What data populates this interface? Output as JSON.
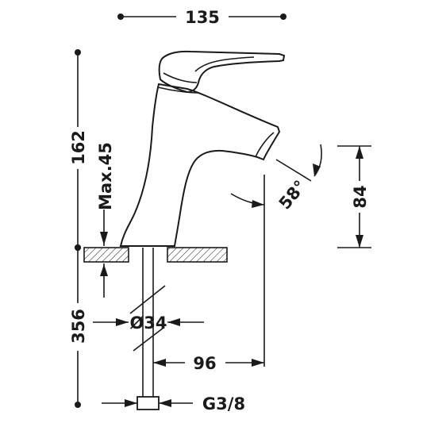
{
  "drawing": {
    "subject": "single-lever basin mixer tap technical drawing",
    "dimensions": {
      "width_top": "135",
      "height_body": "162",
      "max_deck": "Max.45",
      "spout_height": "84",
      "lever_angle": "58°",
      "base_diameter": "Ø34",
      "spout_reach": "96",
      "hose_length": "356",
      "connection": "G3/8"
    }
  }
}
